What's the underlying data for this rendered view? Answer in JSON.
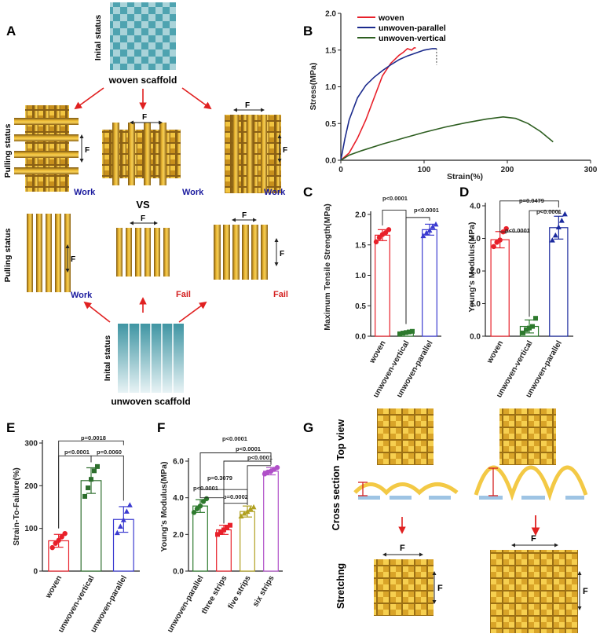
{
  "panelA": {
    "letter": "A",
    "woven_initial_label": "Inital status",
    "woven_caption": "woven scaffold",
    "pulling_label_1": "Pulling status",
    "pulling_label_2": "Pulling status",
    "force": "F",
    "work": "Work",
    "fail": "Fail",
    "vs": "VS",
    "unwoven_initial_label": "Inital status",
    "unwoven_caption": "unwoven scaffold",
    "colors": {
      "work": "#1a1a9e",
      "fail": "#d42020",
      "arrow": "#e02020",
      "gold": "#d8a21e",
      "teal": "#5aa8b4"
    }
  },
  "panelB": {
    "letter": "B",
    "ylabel": "Stress(MPa)",
    "xlabel": "Strain(%)",
    "yticks": [
      "0.0",
      "0.5",
      "1.0",
      "1.5",
      "2.0"
    ],
    "xticks": [
      "0",
      "100",
      "200",
      "300"
    ],
    "legend": [
      "woven",
      "unwoven-parallel",
      "unwoven-vertical"
    ],
    "colors": [
      "#e8202a",
      "#1b2a8c",
      "#2d5e20"
    ]
  },
  "panelC": {
    "letter": "C",
    "ylabel": "Maximum Tensile Strength(MPa)",
    "yticks": [
      "0.0",
      "0.5",
      "1.0",
      "1.5",
      "2.0"
    ],
    "categories": [
      "woven",
      "unwoven-vertical",
      "unwoven-parallel"
    ],
    "pvalues": [
      "p<0.0001",
      "p<0.0001"
    ]
  },
  "panelD": {
    "letter": "D",
    "ylabel": "Young's Modulus(MPa)",
    "yticks": [
      "0.0",
      "1.0",
      "2.0",
      "3.0",
      "4.0"
    ],
    "categories": [
      "woven",
      "unwoven-vertical",
      "unwoven-parallel"
    ],
    "pvalues": [
      "p=0.0479",
      "p<0.0001",
      "p<0.0001"
    ]
  },
  "panelE": {
    "letter": "E",
    "ylabel": "Strain-To-Failure(%)",
    "yticks": [
      "0",
      "100",
      "200",
      "300"
    ],
    "categories": [
      "woven",
      "unwoven-vertical",
      "unwoven-parallel"
    ],
    "pvalues": [
      "p=0.0018",
      "p<0.0001",
      "p=0.0060"
    ]
  },
  "panelF": {
    "letter": "F",
    "ylabel": "Young's Modulus(MPa)",
    "yticks": [
      "0.0",
      "2.0",
      "4.0",
      "6.0"
    ],
    "categories": [
      "unwoven-parallel",
      "three strips",
      "five strips",
      "six strips"
    ],
    "pvalues": [
      "p<0.0001",
      "p<0.0001",
      "p<0.0001",
      "p=0.3079",
      "p<0.0001",
      "p=0.0002"
    ]
  },
  "panelG": {
    "letter": "G",
    "top_view": "Top view",
    "cross_section": "Cross section",
    "stretching": "Stretchng",
    "force": "F"
  },
  "chart_data": [
    {
      "type": "line",
      "panel": "B",
      "xlabel": "Strain(%)",
      "ylabel": "Stress(MPa)",
      "xlim": [
        0,
        300
      ],
      "ylim": [
        0,
        2.0
      ],
      "legend_position": "top-right",
      "series": [
        {
          "name": "woven",
          "color": "#e8202a",
          "x": [
            0,
            10,
            20,
            30,
            40,
            50,
            60,
            70,
            75,
            80,
            85,
            88,
            90
          ],
          "y": [
            0,
            0.1,
            0.3,
            0.55,
            0.85,
            1.15,
            1.32,
            1.43,
            1.47,
            1.52,
            1.5,
            1.53,
            1.53
          ]
        },
        {
          "name": "unwoven-parallel",
          "color": "#1b2a8c",
          "x": [
            0,
            5,
            10,
            20,
            30,
            40,
            50,
            60,
            70,
            80,
            90,
            100,
            110,
            115
          ],
          "y": [
            0,
            0.3,
            0.55,
            0.85,
            1.02,
            1.13,
            1.22,
            1.3,
            1.37,
            1.42,
            1.46,
            1.5,
            1.52,
            1.52
          ]
        },
        {
          "name": "unwoven-vertical",
          "color": "#2d5e20",
          "x": [
            0,
            10,
            25,
            50,
            75,
            100,
            125,
            150,
            175,
            195,
            210,
            225,
            240,
            255
          ],
          "y": [
            0,
            0.07,
            0.13,
            0.22,
            0.3,
            0.38,
            0.45,
            0.51,
            0.56,
            0.59,
            0.57,
            0.5,
            0.39,
            0.25
          ]
        }
      ]
    },
    {
      "type": "bar",
      "panel": "C",
      "ylabel": "Maximum Tensile Strength(MPa)",
      "ylim": [
        0,
        2.0
      ],
      "categories": [
        "woven",
        "unwoven-vertical",
        "unwoven-parallel"
      ],
      "values": [
        1.66,
        0.06,
        1.75
      ],
      "errors": [
        0.09,
        0.02,
        0.09
      ],
      "colors": [
        "#e8202a",
        "#2d7a2d",
        "#3b3bd0"
      ],
      "points": [
        [
          1.55,
          1.62,
          1.67,
          1.7,
          1.75
        ],
        [
          0.04,
          0.05,
          0.06,
          0.07,
          0.08
        ],
        [
          1.65,
          1.7,
          1.74,
          1.8,
          1.84
        ]
      ]
    },
    {
      "type": "bar",
      "panel": "D",
      "ylabel": "Young's Modulus(MPa)",
      "ylim": [
        0,
        4.0
      ],
      "categories": [
        "woven",
        "unwoven-vertical",
        "unwoven-parallel"
      ],
      "values": [
        2.96,
        0.3,
        3.33
      ],
      "errors": [
        0.25,
        0.2,
        0.35
      ],
      "colors": [
        "#e8202a",
        "#2d7a2d",
        "#1b2a9e"
      ],
      "points": [
        [
          2.75,
          2.88,
          2.95,
          3.2,
          3.3
        ],
        [
          0.1,
          0.2,
          0.25,
          0.3,
          0.55
        ],
        [
          2.95,
          3.1,
          3.35,
          3.55,
          3.75
        ]
      ]
    },
    {
      "type": "bar",
      "panel": "E",
      "ylabel": "Strain-To-Failure(%)",
      "ylim": [
        0,
        300
      ],
      "categories": [
        "woven",
        "unwoven-vertical",
        "unwoven-parallel"
      ],
      "values": [
        71,
        212,
        121
      ],
      "errors": [
        15,
        30,
        30
      ],
      "colors": [
        "#e8202a",
        "#2d6e2d",
        "#3b3bd0"
      ],
      "points": [
        [
          55,
          65,
          72,
          80,
          88
        ],
        [
          175,
          195,
          215,
          235,
          245
        ],
        [
          90,
          105,
          120,
          140,
          155
        ]
      ]
    },
    {
      "type": "bar",
      "panel": "F",
      "ylabel": "Young's Modulus(MPa)",
      "ylim": [
        0,
        6.0
      ],
      "categories": [
        "unwoven-parallel",
        "three strips",
        "five strips",
        "six strips"
      ],
      "values": [
        3.55,
        2.25,
        3.25,
        5.45
      ],
      "errors": [
        0.35,
        0.25,
        0.3,
        0.2
      ],
      "colors": [
        "#2d7a2d",
        "#e8202a",
        "#b0a020",
        "#b050c8"
      ],
      "points": [
        [
          3.2,
          3.4,
          3.55,
          3.8,
          3.95
        ],
        [
          2.0,
          2.1,
          2.25,
          2.4,
          2.5
        ],
        [
          3.0,
          3.15,
          3.25,
          3.4,
          3.5
        ],
        [
          5.3,
          5.4,
          5.45,
          5.55,
          5.65
        ]
      ]
    }
  ]
}
